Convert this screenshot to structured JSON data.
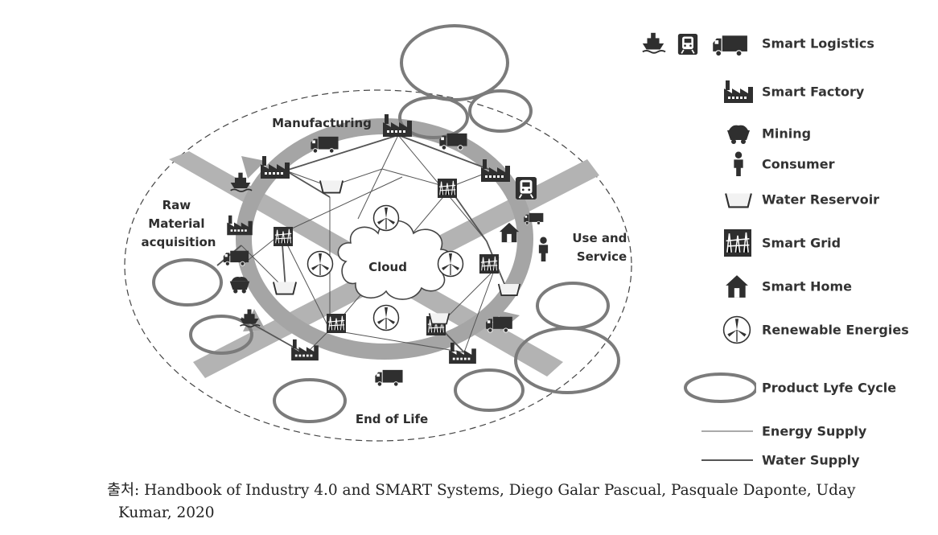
{
  "diagram": {
    "center_label": "Cloud",
    "stage_labels": {
      "manufacturing": "Manufacturing",
      "raw_material": [
        "Raw",
        "Material",
        "acquisition"
      ],
      "use_service": [
        "Use and",
        "Service"
      ],
      "end_of_life": "End of Life"
    }
  },
  "legend": {
    "items": [
      {
        "label": "Smart Logistics",
        "icon": "ship-train-truck-icon"
      },
      {
        "label": "Smart Factory",
        "icon": "factory-icon"
      },
      {
        "label": "Mining",
        "icon": "mining-cart-icon"
      },
      {
        "label": "Consumer",
        "icon": "person-icon"
      },
      {
        "label": "Water Reservoir",
        "icon": "water-reservoir-icon"
      },
      {
        "label": "Smart Grid",
        "icon": "smart-grid-icon"
      },
      {
        "label": "Smart Home",
        "icon": "house-icon"
      },
      {
        "label": "Renewable Energies",
        "icon": "wind-turbine-icon"
      },
      {
        "label": "Product Lyfe Cycle",
        "icon": "ring-icon"
      },
      {
        "label": "Energy Supply",
        "icon": "thin-line-icon"
      },
      {
        "label": "Water Supply",
        "icon": "thick-line-icon"
      }
    ]
  },
  "caption": {
    "line1": "출처: Handbook of Industry 4.0 and SMART Systems, Diego Galar Pascual, Pasquale Daponte, Uday",
    "line2": "Kumar, 2020"
  },
  "colors": {
    "arrow_fill": "#a9a9a9",
    "icon_dark": "#2f2f2f",
    "ring_stroke": "#7d7d7d",
    "line": "#555555"
  }
}
